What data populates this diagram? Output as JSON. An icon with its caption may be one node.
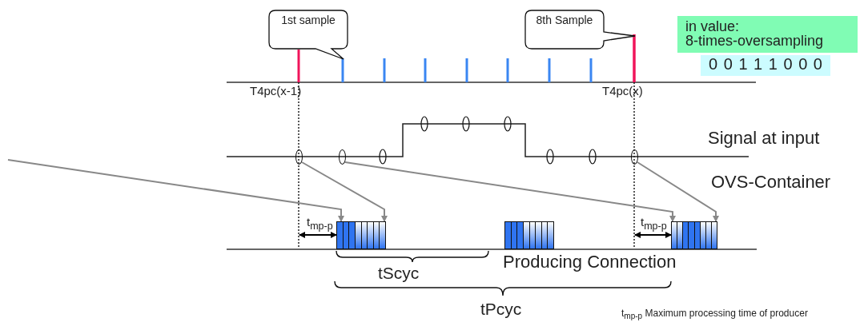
{
  "diagram": {
    "nodes": [
      {
        "text": [
          "1st sample"
        ]
      },
      {
        "text": [
          "8th Sample"
        ]
      },
      {
        "text": [
          "in value: 8-times-oversampling"
        ]
      },
      {
        "text": [
          "0 0 1 1 1 0 0 0"
        ]
      },
      {
        "text": [],
        "shape": "ellipse"
      },
      {
        "text": [],
        "shape": "ellipse"
      },
      {
        "text": [],
        "shape": "ellipse"
      },
      {
        "text": [],
        "shape": "box"
      },
      {
        "text": [],
        "shape": "box"
      },
      {
        "text": [],
        "shape": "box"
      }
    ],
    "edges": [
      {
        "from": null,
        "to": 7,
        "arrow": "to"
      },
      {
        "from": 4,
        "to": 7,
        "arrow": "to"
      },
      {
        "from": 5,
        "to": 9,
        "arrow": "to"
      },
      {
        "from": 6,
        "to": 9,
        "arrow": "to"
      }
    ],
    "labels": [
      "T4pc(x-1)",
      "T4pc(x)",
      "Signal at input",
      "OVS-Container",
      "t$_{mp-p}$",
      "t$_{mp-p}$",
      "tScyc",
      "Producing Connection",
      "tPcyc",
      "t$_{mp-p}$ Maximum processing time of producer"
    ]
  }
}
